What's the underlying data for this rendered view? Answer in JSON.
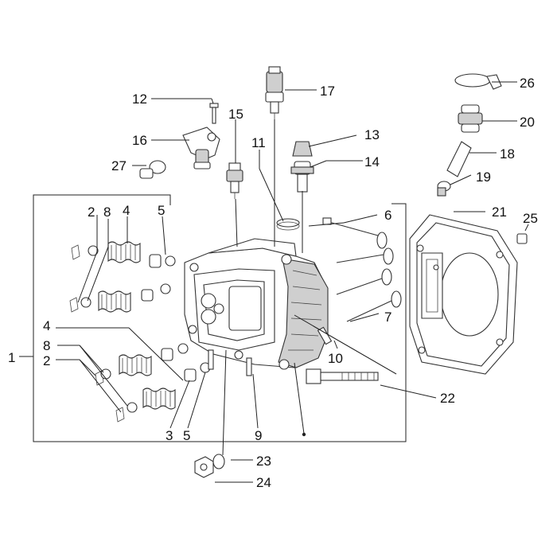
{
  "labels": {
    "l1": "1",
    "l2a": "2",
    "l2b": "2",
    "l3": "3",
    "l4a": "4",
    "l4b": "4",
    "l5a": "5",
    "l5b": "5",
    "l6": "6",
    "l7": "7",
    "l8a": "8",
    "l8b": "8",
    "l9": "9",
    "l10": "10",
    "l11": "11",
    "l12": "12",
    "l13": "13",
    "l14": "14",
    "l15": "15",
    "l16": "16",
    "l17": "17",
    "l18": "18",
    "l19": "19",
    "l20": "20",
    "l21": "21",
    "l22": "22",
    "l23": "23",
    "l24": "24",
    "l25": "25",
    "l26": "26",
    "l27": "27"
  },
  "colors": {
    "line": "#222222",
    "part_fill": "#ffffff",
    "shade": "#cfcfcf"
  }
}
